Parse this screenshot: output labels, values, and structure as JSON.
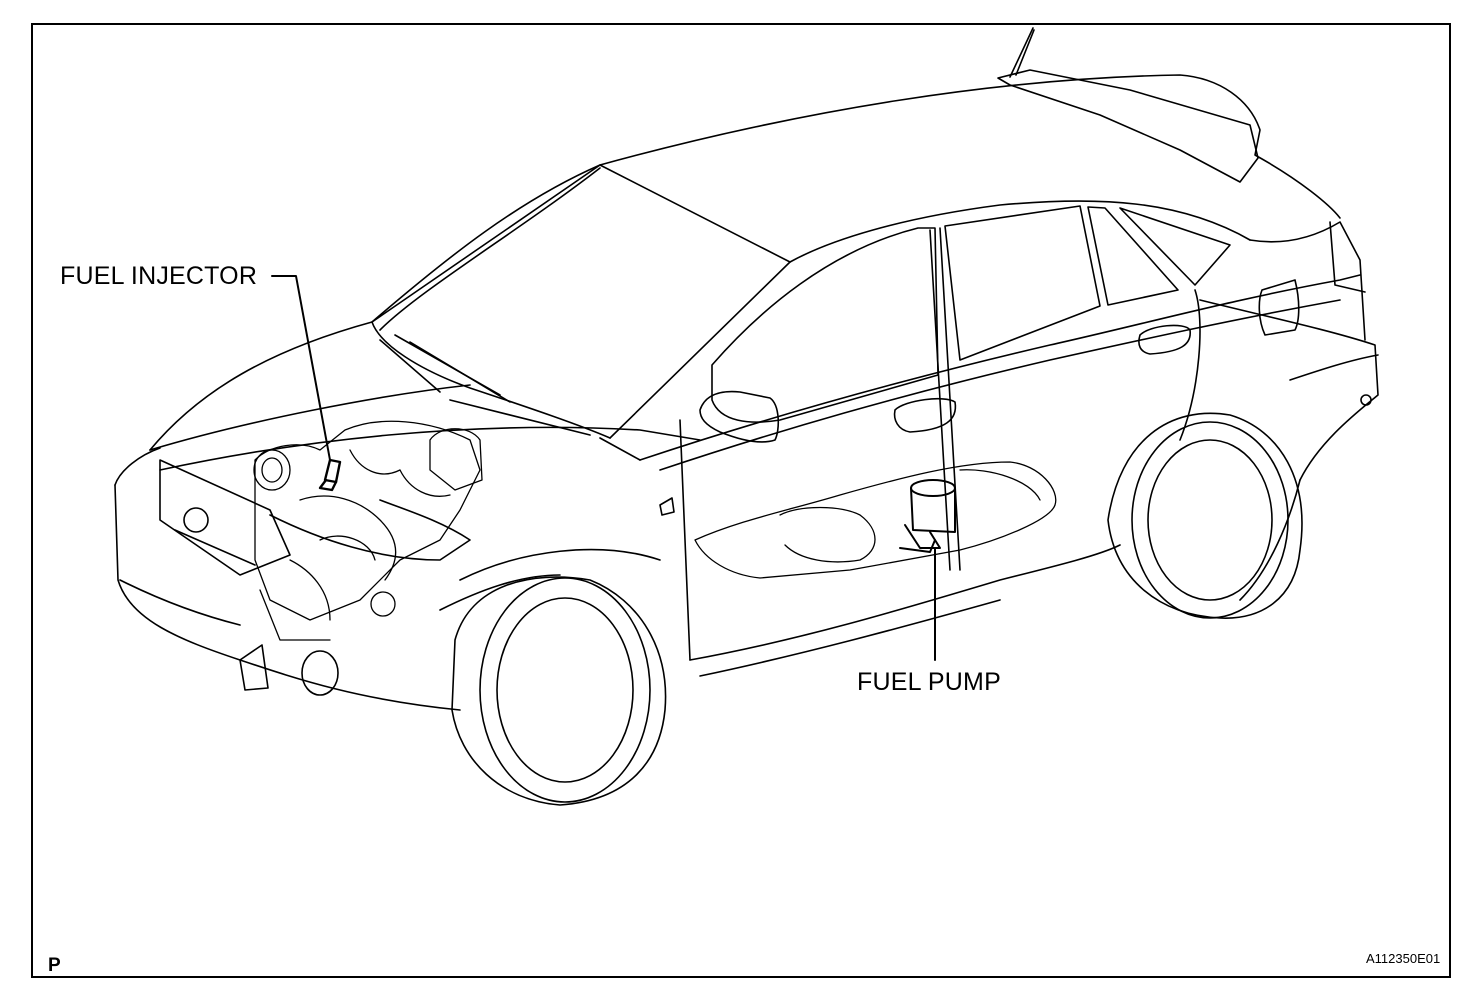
{
  "callouts": {
    "fuel_injector": "FUEL INJECTOR",
    "fuel_pump": "FUEL PUMP"
  },
  "footer": {
    "view_code": "P",
    "figure_code": "A112350E01"
  },
  "colors": {
    "line": "#000000",
    "background": "#ffffff"
  }
}
